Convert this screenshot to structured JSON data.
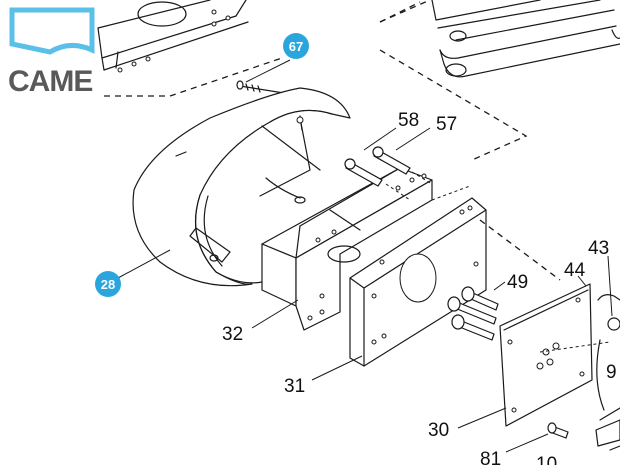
{
  "brand": {
    "name": "CAME",
    "logo_color": "#5bc0e8",
    "text_color": "#595959"
  },
  "badges": {
    "color": "#2aa6dc",
    "items": [
      "67",
      "28"
    ]
  },
  "labels": {
    "l58": "58",
    "l57": "57",
    "l49": "49",
    "l44": "44",
    "l43": "43",
    "l32": "32",
    "l31": "31",
    "l30": "30",
    "l9": "9",
    "l81": "81",
    "l10": "10"
  }
}
